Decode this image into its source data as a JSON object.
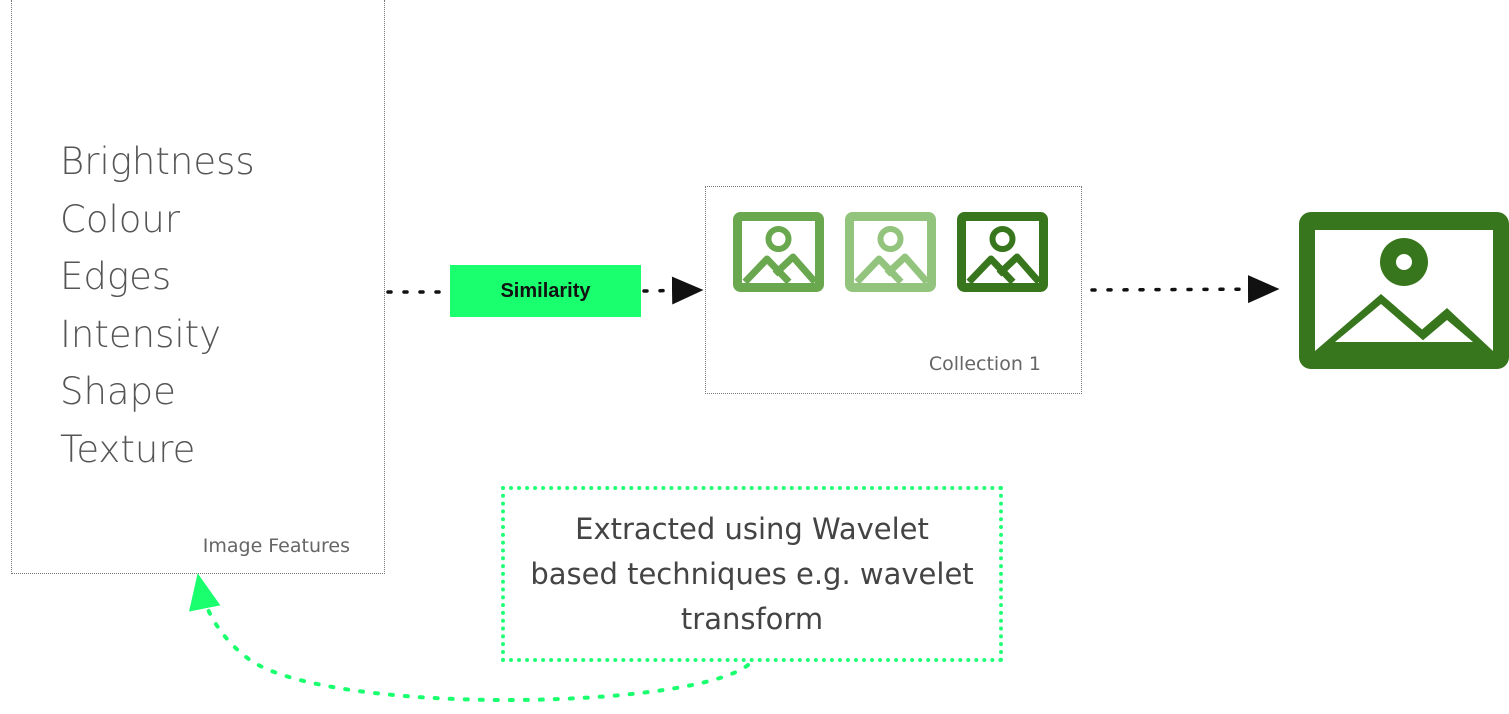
{
  "features": {
    "items": [
      "Brightness",
      "Colour",
      "Edges",
      "Intensity",
      "Shape",
      "Texture"
    ],
    "caption": "Image Features"
  },
  "similarity": {
    "label": "Similarity"
  },
  "collection": {
    "caption": "Collection 1",
    "icons": [
      "image-icon",
      "image-icon",
      "image-icon"
    ],
    "icon_colors": [
      "#6aa84f",
      "#93c47d",
      "#38761d"
    ]
  },
  "result": {
    "icon": "image-icon",
    "color": "#38761d"
  },
  "note": {
    "text": "Extracted using Wavelet based techniques e.g. wavelet transform"
  },
  "colors": {
    "accent": "#1aff6e",
    "note_border": "#22ff77",
    "dark_green": "#38761d",
    "mid_green": "#6aa84f",
    "light_green": "#93c47d"
  }
}
